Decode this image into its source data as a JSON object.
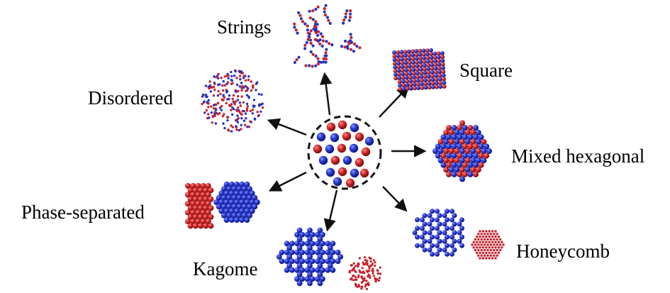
{
  "labels": {
    "strings": "Strings",
    "square": "Square",
    "disordered": "Disordered",
    "mixed_hexagonal": "Mixed hexagonal",
    "phase_separated": "Phase-separated",
    "honeycomb": "Honeycomb",
    "kagome": "Kagome"
  },
  "colors": {
    "red": "#c8202a",
    "blue": "#2233c0",
    "arrow": "#111111",
    "dashed_circle": "#111111"
  }
}
